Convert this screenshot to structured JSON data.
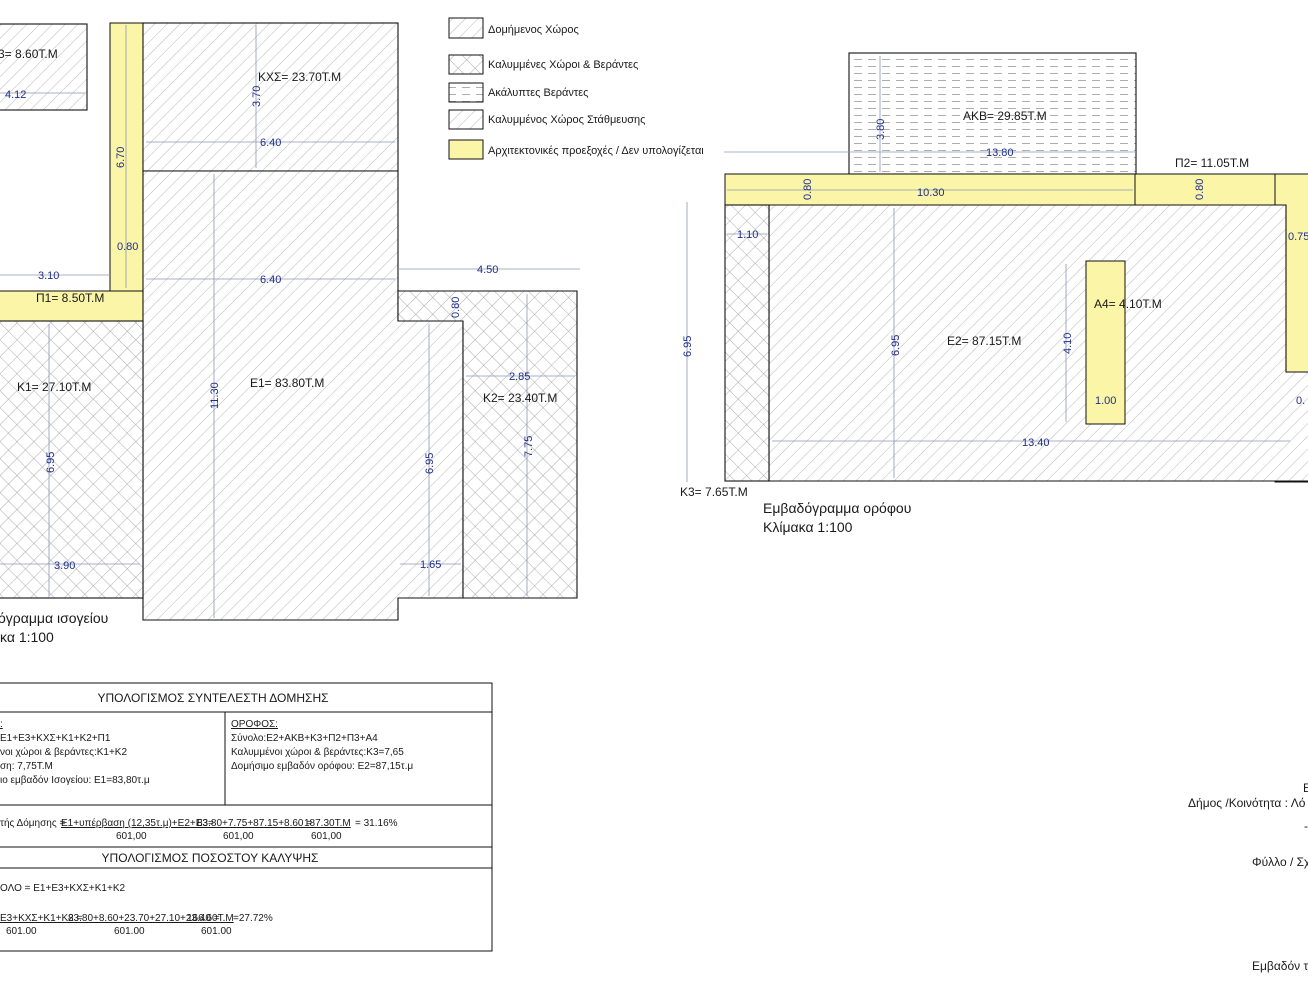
{
  "legend": [
    {
      "label": "Δομήμενος Χώρος",
      "pattern": "hatch-diag"
    },
    {
      "label": "Καλυμμένες Χώροι & Βεράντες",
      "pattern": "hatch-cross"
    },
    {
      "label": "Ακάλυπτες Βεράντες",
      "pattern": "hatch-dash"
    },
    {
      "label": "Καλυμμένος Χώρος Στάθμευσης",
      "pattern": "hatch-diag"
    },
    {
      "label": "Αρχιτεκτονικές προεξοχές / Δεν υπολογίζεται",
      "pattern": "yellow"
    }
  ],
  "colors": {
    "projection": "#fbf5a8",
    "dimension": "#1f2f8a"
  },
  "ground": {
    "title": "όγραμμα ισογείου",
    "scale": "κα 1:100",
    "labels": {
      "e3": "3= 8.60Τ.Μ",
      "kxs": "ΚΧΣ= 23.70Τ.Μ",
      "p1": "Π1= 8.50Τ.Μ",
      "k1": "Κ1= 27.10Τ.Μ",
      "e1": "Ε1= 83.80Τ.Μ",
      "k2": "Κ2= 23.40Τ.Μ"
    },
    "dims": {
      "d412": "4.12",
      "d370": "3.70",
      "d640a": "6.40",
      "d670": "6.70",
      "d080a": "0.80",
      "d310": "3.10",
      "d640b": "6.40",
      "d450": "4.50",
      "d080b": "0.80",
      "d1130": "11.30",
      "d695a": "6.95",
      "d285": "2.85",
      "d775": "7.75",
      "d695b": "6.95",
      "d390": "3.90",
      "d165": "1.65"
    }
  },
  "floor": {
    "title": "Εμβαδόγραμμα ορόφου",
    "scale": "Κλίμακα 1:100",
    "labels": {
      "akb": "ΑΚΒ= 29.85Τ.Μ",
      "p2": "Π2= 11.05Τ.Μ",
      "a4": "Α4= 4.10Τ.Μ",
      "e2": "Ε2= 87.15Τ.Μ",
      "k3": "Κ3= 7.65Τ.Μ"
    },
    "dims": {
      "d380": "3.80",
      "d1380": "13.80",
      "d080c": "0.80",
      "d1030": "10.30",
      "d080d": "0.80",
      "d110": "1.10",
      "d075": "0.75",
      "d695c": "6.95",
      "d695d": "6.95",
      "d410": "4.10",
      "d100": "1.00",
      "d1340": "13.40",
      "d0x": "0."
    }
  },
  "calc": {
    "title1": "ΥΠΟΛΟΓΙΣΜΟΣ ΣΥΝΤΕΛΕΣΤΗ ΔΟΜΗΣΗΣ",
    "left_lines": [
      ":",
      "Ε1+Ε3+ΚΧΣ+Κ1+Κ2+Π1",
      "νοι χώροι & βεράντες:Κ1+Κ2",
      "ση:  7,75Τ.Μ",
      "ιο εμβαδόν Ισογείου: Ε1=83,80τ.μ"
    ],
    "right_head": "ΟΡΟΦΟΣ:",
    "right_lines": [
      "Σύνολο:Ε2+ΑΚΒ+Κ3+Π2+Π3+Α4",
      "Καλυμμένοι χώροι & βεράντες:Κ3=7,65",
      "Δομήσιμο εμβαδόν ορόφου: Ε2=87,15τ.μ"
    ],
    "sd_prefix": "τής Δόμησης =",
    "sd_num1": "Ε1+υπέρβαση (12,35τ.μ)+Ε2+Ε3=",
    "sd_num2": "83.80+7.75+87.15+8.60 =",
    "sd_num3": "187.30Τ.Μ",
    "sd_result": "= 31.16%",
    "sd_den": "601,00",
    "title2": "ΥΠΟΛΟΓΙΣΜΟΣ ΠΟΣΟΣΤΟΥ ΚΑΛΥΨΗΣ",
    "cov_line": "ΟΛΟ =   Ε1+Ε3+ΚΧΣ+Κ1+Κ2",
    "cov_num1": "Ε3+ΚΧΣ+Κ1+Κ2 =",
    "cov_num2": "83.80+8.60+23.70+27.10+23.40 =",
    "cov_num3": "166.60Τ.Μ",
    "cov_result": "=27.72%",
    "cov_den": "601.00"
  },
  "right_info": {
    "l1": "Ε",
    "l2": "Δήμος /Κοινότητα : Λό",
    "l3": "-",
    "l4": "Φύλλο / Σχ",
    "l5": "Εμβαδόν τ"
  }
}
